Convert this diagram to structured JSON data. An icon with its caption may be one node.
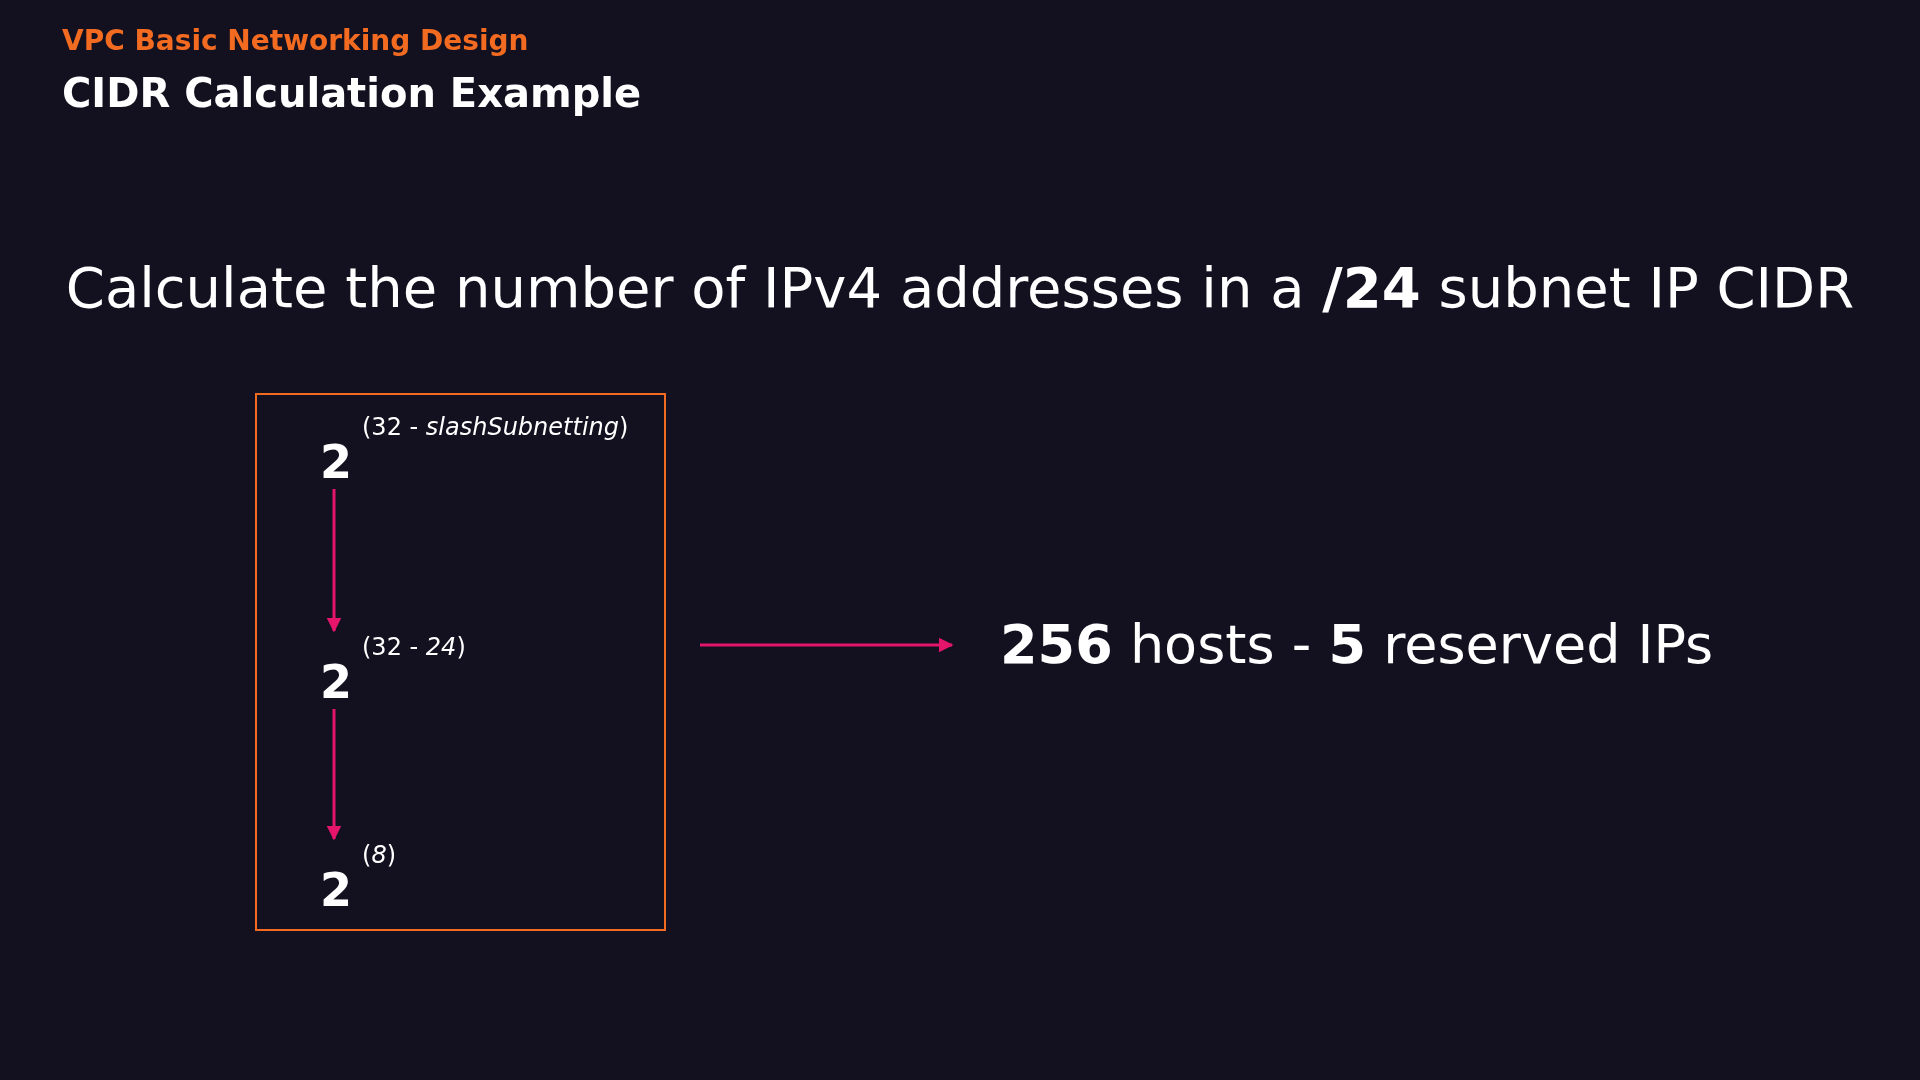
{
  "diagram": {
    "title": "CIDR Calculation Example",
    "nodes": [
      {
        "text": [],
        "shape": "box"
      },
      {
        "text": [
          "2",
          "(32 - *slashSubnetting*)"
        ],
        "in": 0
      },
      {
        "text": [
          "2",
          "(32 - *24*)"
        ],
        "in": 0
      },
      {
        "text": [
          "2",
          "(*8*)"
        ],
        "in": 0
      },
      {
        "text": [
          "**256** hosts - **5** reserved IPs"
        ]
      }
    ],
    "edges": [
      {
        "from": 1,
        "to": 2,
        "arrow": "to"
      },
      {
        "from": 2,
        "to": 3,
        "arrow": "to"
      },
      {
        "from": 0,
        "to": 4,
        "arrow": "to"
      }
    ],
    "labels": [
      "VPC Basic Networking Design",
      "Calculate the number of IPv4 addresses in a **/24** subnet IP CIDR"
    ]
  }
}
